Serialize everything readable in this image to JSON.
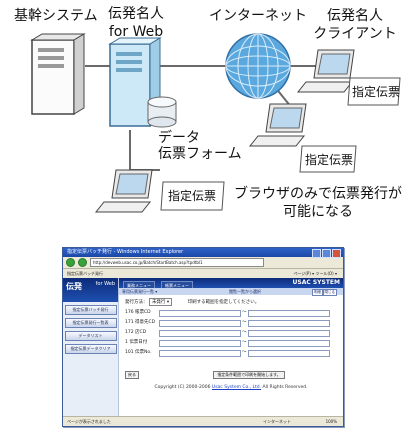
{
  "diagram": {
    "backbone": "基幹システム",
    "web_server_line1": "伝発名人",
    "web_server_line2": "for Web",
    "internet": "インターネット",
    "client_line1": "伝発名人",
    "client_line2": "クライアント",
    "database_line1": "データ",
    "database_line2": "伝票フォーム",
    "printout_1": "指定伝票",
    "printout_2": "指定伝票",
    "printout_3": "指定伝票",
    "caption_line1": "ブラウザのみで伝票発行が",
    "caption_line2": "可能になる",
    "colors": {
      "tower": "#ffffff",
      "server_accent": "#bfe3f5",
      "globe": "#4a9fd8",
      "line": "#6a6a6a"
    }
  },
  "screenshot": {
    "window_title": "指定伝票バッチ発行 - Windows Internet Explorer",
    "address": "http://devweb.usac.co.jp/Batch/StartBatch.asp?tpdtbl1",
    "tab_title": "指定伝票バッチ発行",
    "tools_right": "ページ(P) ▾  ツール(O) ▾",
    "logo_text": "伝発",
    "logo_sub": "for Web",
    "nav_buttons": [
      "指定伝票バッチ発行",
      "指定伝票発行一覧表",
      "データリスト",
      "指定伝票データクリア"
    ],
    "tabs": [
      "業務メニュー",
      "帳票メニュー"
    ],
    "brand": "USAC SYSTEM",
    "subbar_left": "専用伝票発行一覧 ▾",
    "subbar_mid": "閲覧一覧から選択",
    "btn_clear": "明細",
    "btn_close": "閉じる",
    "cond_label": "発行方法：",
    "cond_value": "未発行 ▾",
    "cond_note": "印刷する範囲を指定してください。",
    "fields": [
      {
        "num": "176",
        "label": "帳票CD"
      },
      {
        "num": "171",
        "label": "得意先CD"
      },
      {
        "num": "172",
        "label": "店CD"
      },
      {
        "num": "1",
        "label": "伝票日付"
      },
      {
        "num": "101",
        "label": "伝票No."
      }
    ],
    "tilde": "〜",
    "back_button": "戻る",
    "run_button": "指定条件範囲で印刷を開始します。",
    "copyright_prefix": "Copyright (C) 2000-2006",
    "copyright_link": "Usac System Co., Ltd.",
    "copyright_suffix": "All Rights Reserved.",
    "status_left": "ページが表示されました",
    "status_mid": "インターネット",
    "status_right": "100%"
  }
}
